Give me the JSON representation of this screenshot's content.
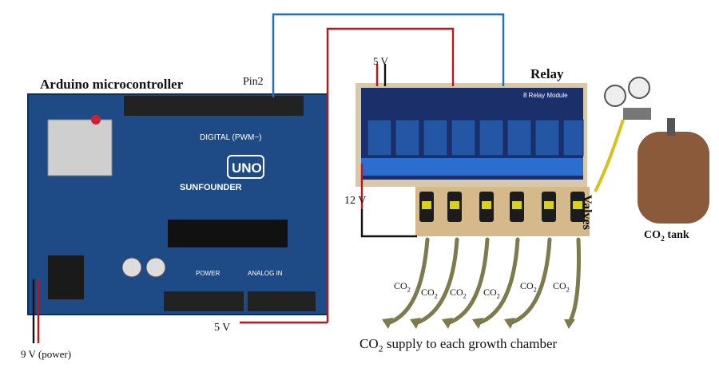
{
  "labels": {
    "arduino": "Arduino microcontroller",
    "pin2": "Pin2",
    "v5_top": "5 V",
    "relay": "Relay",
    "v12": "12 V",
    "valves": "Valves",
    "co2_tank_pre": "CO",
    "co2_tank_sub": "2",
    "co2_tank_post": " tank",
    "v5_bottom": "5 V",
    "v9": "9 V (power)",
    "supply_pre": "CO",
    "supply_sub": "2",
    "supply_post": " supply to each growth chamber"
  },
  "co2_flow": [
    {
      "pre": "CO",
      "sub": "2"
    },
    {
      "pre": "CO",
      "sub": "2"
    },
    {
      "pre": "CO",
      "sub": "2"
    },
    {
      "pre": "CO",
      "sub": "2"
    },
    {
      "pre": "CO",
      "sub": "2"
    },
    {
      "pre": "CO",
      "sub": "2"
    }
  ],
  "board_print": {
    "digital": "DIGITAL (PWM~)",
    "brand": "SUNFOUNDER",
    "model": "UNO",
    "power": "POWER",
    "analog": "ANALOG IN",
    "relay_module": "8 Relay Module"
  },
  "colors": {
    "wire_red": "#c0161b",
    "wire_blue": "#1f6fc0",
    "wire_black": "#111111",
    "arrow_olive": "#7d7a4e",
    "board_blue": "#1e4a86",
    "relay_blue": "#2456a6",
    "tank_brown": "#8a5a3a"
  }
}
